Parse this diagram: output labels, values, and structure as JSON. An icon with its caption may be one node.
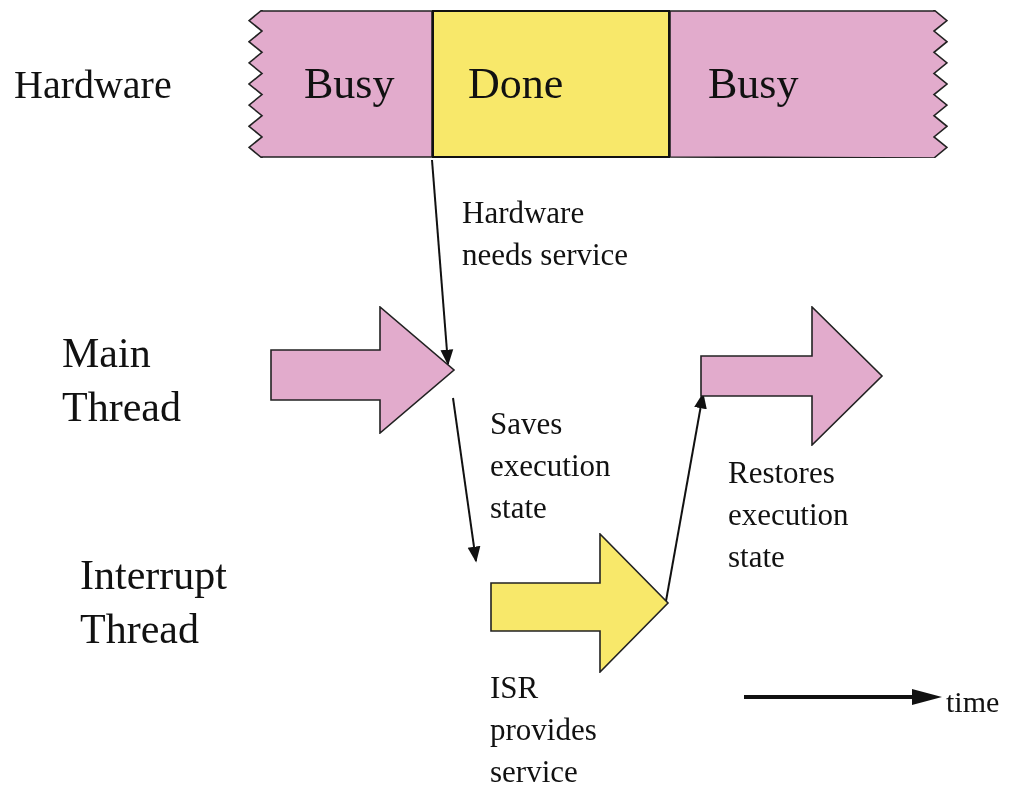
{
  "diagram": {
    "nodes": [
      {
        "text": [
          "Busy"
        ]
      },
      {
        "text": [
          "Done"
        ]
      },
      {
        "text": [
          "Busy"
        ]
      },
      {
        "text": [],
        "shape": "arrow"
      },
      {
        "text": [],
        "shape": "arrow"
      },
      {
        "text": [],
        "shape": "arrow",
        "beside": [
          "ISR provides service"
        ]
      }
    ],
    "edges": [
      {
        "from": 1,
        "to": 3,
        "arrow": "to",
        "label": "Hardware needs service"
      },
      {
        "from": 3,
        "to": 5,
        "arrow": "to",
        "label": "Saves execution state"
      },
      {
        "from": 5,
        "to": 4,
        "arrow": "to",
        "label": "Restores execution state"
      }
    ],
    "labels": [
      "Hardware",
      "Main Thread",
      "Interrupt Thread",
      "time"
    ]
  }
}
